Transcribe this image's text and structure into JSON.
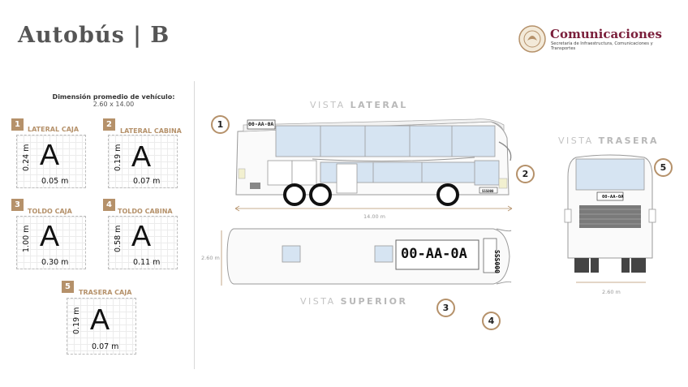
{
  "header": {
    "title": "Autobús  |  B"
  },
  "logo": {
    "name": "Comunicaciones",
    "subtitle": "Secretaría de Infraestructura, Comunicaciones y Transportes"
  },
  "dimensions": {
    "heading": "Dimensión promedio de vehículo:",
    "value": "2.60 x 14.00"
  },
  "cards": [
    {
      "number": "1",
      "label": "LATERAL CAJA",
      "letter": "A",
      "height": "0.24 m",
      "width": "0.05 m"
    },
    {
      "number": "2",
      "label": "LATERAL CABINA",
      "letter": "A",
      "height": "0.19 m",
      "width": "0.07 m"
    },
    {
      "number": "3",
      "label": "TOLDO CAJA",
      "letter": "A",
      "height": "1.00 m",
      "width": "0.30 m"
    },
    {
      "number": "4",
      "label": "TOLDO CABINA",
      "letter": "A",
      "height": "0.58 m",
      "width": "0.11 m"
    },
    {
      "number": "5",
      "label": "TRASERA CAJA",
      "letter": "A",
      "height": "0.19 m",
      "width": "0.07 m"
    }
  ],
  "views": {
    "lateral_a": "VISTA ",
    "lateral_b": "LATERAL",
    "superior_a": "VISTA ",
    "superior_b": "SUPERIOR",
    "trasera_a": "VISTA ",
    "trasera_b": "TRASERA"
  },
  "measurements": {
    "length": "14.00 m",
    "width_top": "2.60 m",
    "width_rear": "2.60 m"
  },
  "plates": {
    "side": "00-AA-0A",
    "roof": "00-AA-0A",
    "roof_cab": "SSS000",
    "front": "SSS000",
    "rear": "00-AA-0A"
  },
  "callouts": [
    "1",
    "2",
    "3",
    "4",
    "5"
  ],
  "colors": {
    "accent": "#b5916a",
    "brand": "#7a1e3a",
    "glass": "#d6e4f2"
  }
}
